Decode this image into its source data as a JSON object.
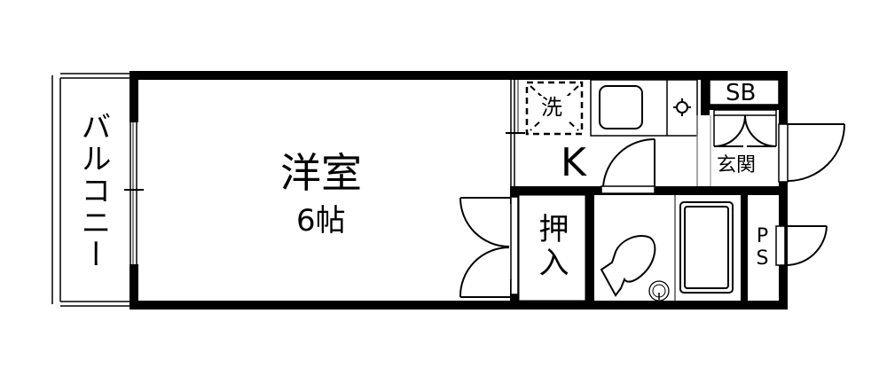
{
  "floorplan": {
    "balcony": {
      "label": "バルコニー"
    },
    "western_room": {
      "label": "洋室",
      "size": "6帖"
    },
    "kitchen": {
      "label": "K",
      "washer_label": "洗"
    },
    "shoe_box": {
      "label": "SB"
    },
    "entrance": {
      "label": "玄関"
    },
    "closet": {
      "label": "押入"
    },
    "pipe_space": {
      "label": "PS"
    },
    "colors": {
      "wall": "#000000",
      "background": "#ffffff",
      "thin_line": "#555555"
    }
  }
}
